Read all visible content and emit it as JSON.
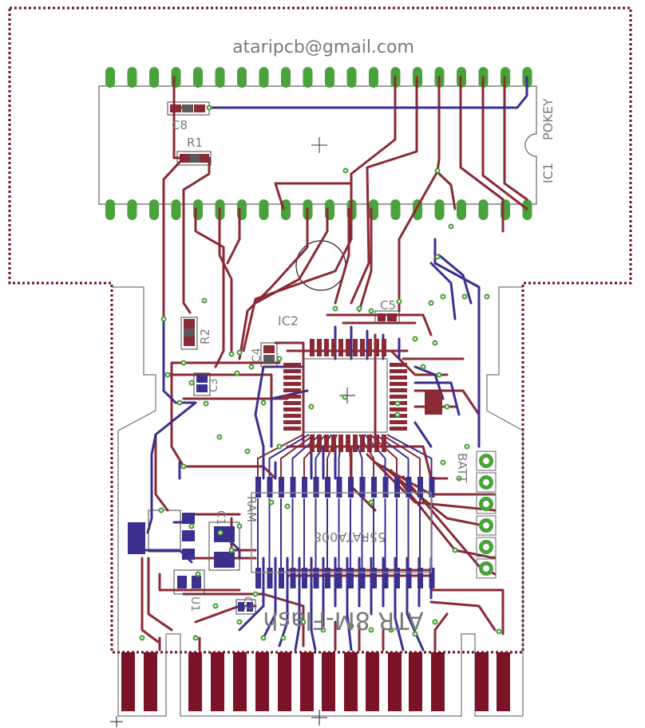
{
  "board": {
    "email": "ataripcb@gmail.com",
    "bottom_text": "ATR 8M-Flash",
    "colors": {
      "top_copper": "#8b2a35",
      "bottom_copper": "#3b2f8f",
      "pad": "#4aa23a",
      "outline": "#6b1020",
      "silk": "#7a7a7a",
      "contact": "#7a1228"
    }
  },
  "components": {
    "c8": "C8",
    "r1": "R1",
    "r2": "R2",
    "ic1": "IC1",
    "pokey": "POKEY",
    "ic2": "IC2",
    "c4": "C4",
    "c5": "C5",
    "c3": "C3",
    "ram": "RAM",
    "ram_part": "55RATA008",
    "c1": "C1",
    "batt": "BATT",
    "u1": "U1",
    "c2": "C2"
  }
}
